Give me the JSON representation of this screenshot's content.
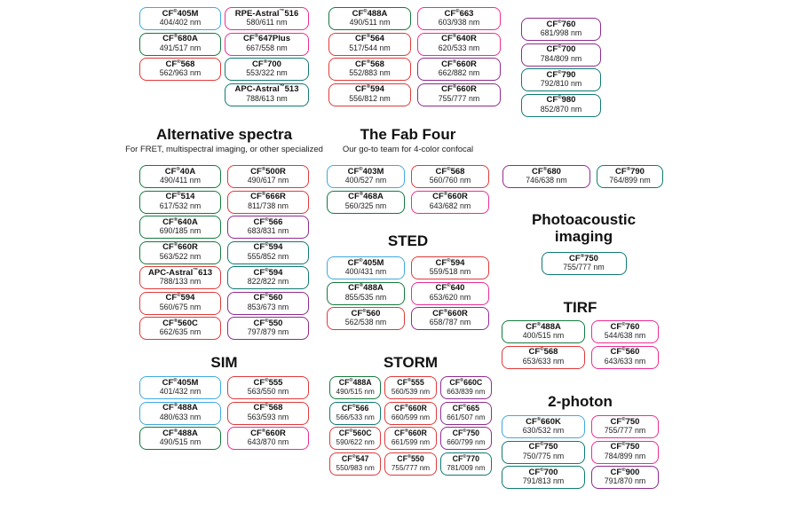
{
  "palette": {
    "blue": "#3FA9E0",
    "green": "#157A3E",
    "red": "#E03A3A",
    "pink": "#EC2D92",
    "teal": "#0F7A72",
    "purple": "#8F2B8F"
  },
  "groups": [
    {
      "id": "top1",
      "badges": [
        {
          "name": "CF®405M",
          "value": "404/402 nm",
          "color": "blue"
        },
        {
          "name": "CF®680A",
          "value": "491/517 nm",
          "color": "green"
        },
        {
          "name": "CF®568",
          "value": "562/963 nm",
          "color": "red"
        }
      ]
    },
    {
      "id": "top2",
      "badges": [
        {
          "name": "RPE-Astral™516",
          "value": "580/611 nm",
          "color": "pink"
        },
        {
          "name": "CF®647Plus",
          "value": "667/558 nm",
          "color": "pink"
        },
        {
          "name": "CF®700",
          "value": "553/322 nm",
          "color": "teal"
        },
        {
          "name": "APC-Astral™513",
          "value": "788/613 nm",
          "color": "teal"
        }
      ]
    },
    {
      "id": "top3",
      "badges": [
        {
          "name": "CF®488A",
          "value": "490/511 nm",
          "color": "green"
        },
        {
          "name": "CF®564",
          "value": "517/544 nm",
          "color": "red"
        },
        {
          "name": "CF®568",
          "value": "552/883 nm",
          "color": "red"
        },
        {
          "name": "CF®594",
          "value": "556/812 nm",
          "color": "red"
        }
      ]
    },
    {
      "id": "top4",
      "badges": [
        {
          "name": "CF®663",
          "value": "603/938 nm",
          "color": "pink"
        },
        {
          "name": "CF®640R",
          "value": "620/533 nm",
          "color": "pink"
        },
        {
          "name": "CF®660R",
          "value": "662/882 nm",
          "color": "purple"
        },
        {
          "name": "CF®660R",
          "value": "755/777 nm",
          "color": "purple"
        }
      ]
    },
    {
      "id": "top5",
      "badges": [
        {
          "name": "CF®760",
          "value": "681/998 nm",
          "color": "purple"
        },
        {
          "name": "CF®700",
          "value": "784/809 nm",
          "color": "purple"
        },
        {
          "name": "CF®790",
          "value": "792/810 nm",
          "color": "teal"
        },
        {
          "name": "CF®980",
          "value": "852/870 nm",
          "color": "teal"
        }
      ]
    },
    {
      "id": "alt",
      "heading": "Alternative spectra",
      "subtitle": "For FRET, multispectral imaging, or other specialized",
      "badges": [
        {
          "name": "CF®40A",
          "value": "490/411 nm",
          "color": "green"
        },
        {
          "name": "CF®500R",
          "value": "490/617 nm",
          "color": "red"
        },
        {
          "name": "CF®514",
          "value": "617/532 nm",
          "color": "green"
        },
        {
          "name": "CF®666R",
          "value": "811/738 nm",
          "color": "red"
        },
        {
          "name": "CF®640A",
          "value": "690/185 nm",
          "color": "green"
        },
        {
          "name": "CF®566",
          "value": "683/831 nm",
          "color": "purple"
        },
        {
          "name": "CF®660R",
          "value": "563/522 nm",
          "color": "green"
        },
        {
          "name": "CF®594",
          "value": "555/852 nm",
          "color": "teal"
        },
        {
          "name": "APC-Astral™613",
          "value": "788/133 nm",
          "color": "red"
        },
        {
          "name": "CF®594",
          "value": "822/822 nm",
          "color": "teal"
        },
        {
          "name": "CF®594",
          "value": "560/675 nm",
          "color": "red"
        },
        {
          "name": "CF®560",
          "value": "853/673 nm",
          "color": "purple"
        },
        {
          "name": "CF®560C",
          "value": "662/635 nm",
          "color": "red"
        },
        {
          "name": "CF®550",
          "value": "797/879 nm",
          "color": "purple"
        }
      ]
    },
    {
      "id": "fab",
      "heading": "The Fab Four",
      "subtitle": "Our go-to team for 4-color confocal",
      "badges": [
        {
          "name": "CF®403M",
          "value": "400/527 nm",
          "color": "blue"
        },
        {
          "name": "CF®568",
          "value": "560/760 nm",
          "color": "red"
        },
        {
          "name": "CF®468A",
          "value": "560/325 nm",
          "color": "green"
        },
        {
          "name": "CF®660R",
          "value": "643/682 nm",
          "color": "pink"
        }
      ]
    },
    {
      "id": "sted",
      "heading": "STED",
      "badges": [
        {
          "name": "CF®405M",
          "value": "400/431 nm",
          "color": "blue"
        },
        {
          "name": "CF®594",
          "value": "559/518 nm",
          "color": "red"
        },
        {
          "name": "CF®488A",
          "value": "855/535 nm",
          "color": "green"
        },
        {
          "name": "CF®640",
          "value": "653/620 nm",
          "color": "pink"
        },
        {
          "name": "CF®560",
          "value": "562/538 nm",
          "color": "red"
        },
        {
          "name": "CF®660R",
          "value": "658/787 nm",
          "color": "purple"
        }
      ]
    },
    {
      "id": "rightpair",
      "badges": [
        {
          "name": "CF®680",
          "value": "746/638 nm",
          "color": "purple"
        },
        {
          "name": "CF®790",
          "value": "764/899 nm",
          "color": "teal"
        }
      ]
    },
    {
      "id": "photo",
      "heading": "Photoacoustic imaging",
      "badges": [
        {
          "name": "CF®750",
          "value": "755/777 nm",
          "color": "teal"
        }
      ]
    },
    {
      "id": "tirf",
      "heading": "TIRF",
      "badges": [
        {
          "name": "CF®488A",
          "value": "400/515 nm",
          "color": "green"
        },
        {
          "name": "CF®760",
          "value": "544/638 nm",
          "color": "pink"
        },
        {
          "name": "CF®568",
          "value": "653/633 nm",
          "color": "red"
        },
        {
          "name": "CF®560",
          "value": "643/633 nm",
          "color": "pink"
        }
      ]
    },
    {
      "id": "sim",
      "heading": "SIM",
      "badges": [
        {
          "name": "CF®405M",
          "value": "401/432 nm",
          "color": "blue"
        },
        {
          "name": "CF®555",
          "value": "563/550 nm",
          "color": "red"
        },
        {
          "name": "CF®488A",
          "value": "480/633 nm",
          "color": "blue"
        },
        {
          "name": "CF®568",
          "value": "563/593 nm",
          "color": "red"
        },
        {
          "name": "CF®488A",
          "value": "490/515 nm",
          "color": "green"
        },
        {
          "name": "CF®660R",
          "value": "643/870 nm",
          "color": "pink"
        }
      ]
    },
    {
      "id": "storm",
      "heading": "STORM",
      "badges": [
        {
          "name": "CF®488A",
          "value": "490/515 nm",
          "color": "green"
        },
        {
          "name": "CF®555",
          "value": "560/539 nm",
          "color": "red"
        },
        {
          "name": "CF®660C",
          "value": "663/839 nm",
          "color": "purple"
        },
        {
          "name": "CF®566",
          "value": "566/533 nm",
          "color": "teal"
        },
        {
          "name": "CF®660R",
          "value": "660/599 nm",
          "color": "red"
        },
        {
          "name": "CF®665",
          "value": "661/507 nm",
          "color": "purple"
        },
        {
          "name": "CF®560C",
          "value": "590/622 nm",
          "color": "red"
        },
        {
          "name": "CF®660R",
          "value": "661/599 nm",
          "color": "red"
        },
        {
          "name": "CF®750",
          "value": "660/799 nm",
          "color": "purple"
        },
        {
          "name": "CF®547",
          "value": "550/983 nm",
          "color": "red"
        },
        {
          "name": "CF®550",
          "value": "755/777 nm",
          "color": "red"
        },
        {
          "name": "CF®770",
          "value": "781/009 nm",
          "color": "teal"
        }
      ]
    },
    {
      "id": "twophoton",
      "heading": "2-photon",
      "badges": [
        {
          "name": "CF®660K",
          "value": "630/532 nm",
          "color": "blue"
        },
        {
          "name": "CF®750",
          "value": "755/777 nm",
          "color": "pink"
        },
        {
          "name": "CF®750",
          "value": "750/775 nm",
          "color": "teal"
        },
        {
          "name": "CF®750",
          "value": "784/899 nm",
          "color": "pink"
        },
        {
          "name": "CF®700",
          "value": "791/813 nm",
          "color": "teal"
        },
        {
          "name": "CF®900",
          "value": "791/870 nm",
          "color": "purple"
        }
      ]
    }
  ]
}
